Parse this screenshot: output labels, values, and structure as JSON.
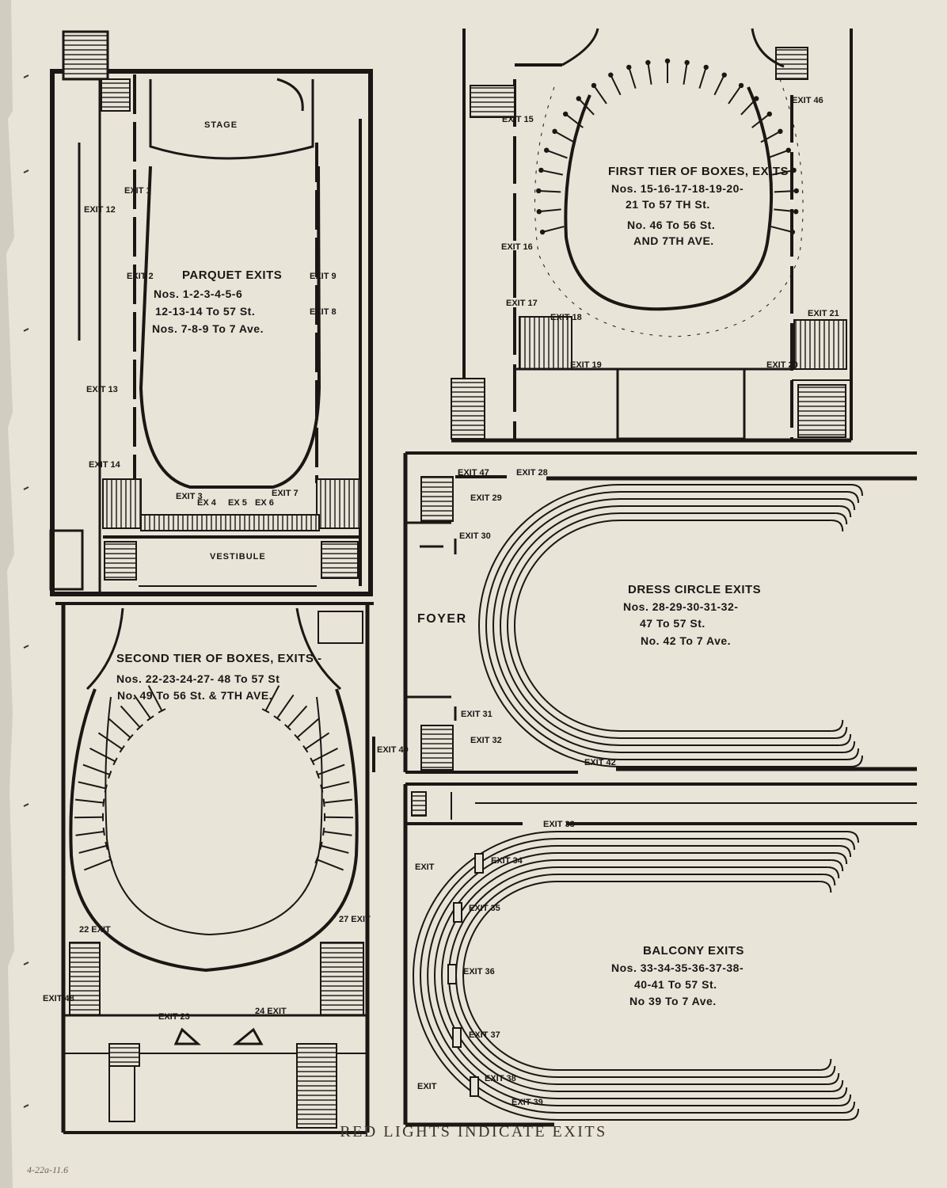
{
  "parquet": {
    "stage": "STAGE",
    "vestibule": "VESTIBULE",
    "title": "PARQUET EXITS",
    "lines": [
      "Nos. 1-2-3-4-5-6",
      "12-13-14 To 57 St.",
      "Nos. 7-8-9 To 7 Ave."
    ],
    "exits": [
      "EXIT 1",
      "EXIT 2",
      "EXIT 3",
      "EX 4",
      "EX 5",
      "EX 6",
      "EXIT 7",
      "EXIT 8",
      "EXIT 9",
      "EXIT 12",
      "EXIT 13",
      "EXIT 14"
    ]
  },
  "first_tier": {
    "title": "FIRST TIER OF BOXES, EXITS",
    "lines": [
      "Nos. 15-16-17-18-19-20-",
      "21 To 57 TH St.",
      "No. 46 To 56 St.",
      "AND 7TH AVE."
    ],
    "exits": [
      "EXIT 15",
      "EXIT 16",
      "EXIT 17",
      "EXIT 18",
      "EXIT 19",
      "EXIT 20",
      "EXIT 21",
      "EXIT 46"
    ]
  },
  "second_tier": {
    "title": "SECOND TIER OF BOXES, EXITS -",
    "lines": [
      "Nos. 22-23-24-27- 48 To 57 St",
      "No. 49 To 56 St. & 7TH AVE."
    ],
    "exits": [
      "22 EXIT",
      "EXIT 23",
      "24 EXIT",
      "27 EXIT",
      "EXIT 48",
      "EXIT 49"
    ]
  },
  "dress_circle": {
    "foyer": "FOYER",
    "title": "DRESS CIRCLE EXITS",
    "lines": [
      "Nos. 28-29-30-31-32-",
      "47 To 57 St.",
      "No. 42 To 7 Ave."
    ],
    "exits": [
      "EXIT 47",
      "EXIT 28",
      "EXIT 29",
      "EXIT 30",
      "EXIT 31",
      "EXIT 32",
      "EXIT 42"
    ]
  },
  "balcony": {
    "title": "BALCONY EXITS",
    "lines": [
      "Nos. 33-34-35-36-37-38-",
      "40-41 To 57 St.",
      "No 39 To 7 Ave."
    ],
    "exits": [
      "EXIT 33",
      "EXIT 34",
      "EXIT 35",
      "EXIT 36",
      "EXIT 37",
      "EXIT 38",
      "EXIT 39",
      "EXIT",
      "EXIT"
    ]
  },
  "footer": "RED LIGHTS INDICATE EXITS",
  "handwritten": "4-22a-11.6"
}
